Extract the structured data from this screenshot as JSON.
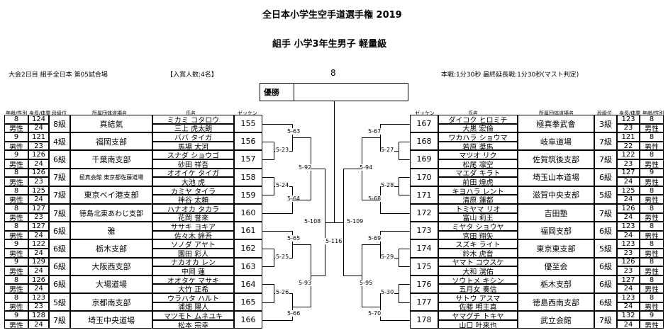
{
  "header": {
    "title": "全日本小学生空手道選手権 2019",
    "subtitle": "組手 小学3年生男子 軽量級",
    "left_info": "大会2日目 組手全日本 第05試合場",
    "entry_count": "【入賞人数:4名】",
    "center_number": "8",
    "right_info": "本戦:1分30秒 最終延長戦:1分30秒(マスト判定)",
    "champion_label": "優勝"
  },
  "columns": {
    "age_sex": "年齢/性別",
    "height_weight": "身長/体重",
    "grade": "段級位",
    "club": "所属団体道場名",
    "name": "氏名",
    "number": "ゼッケン"
  },
  "left": [
    {
      "age": "8",
      "sex": "男性",
      "height": "124",
      "weight": "24",
      "grade": "8級",
      "club": "真結氣",
      "name1": "ミカミ コタロウ",
      "name2": "三上 虎太朗",
      "number": "155"
    },
    {
      "age": "9",
      "sex": "男性",
      "height": "121",
      "weight": "23",
      "grade": "4級",
      "club": "福岡支部",
      "name1": "ババ タイガ",
      "name2": "馬場 大河",
      "number": "156"
    },
    {
      "age": "9",
      "sex": "男性",
      "height": "126",
      "weight": "24",
      "grade": "6級",
      "club": "千葉南支部",
      "name1": "スナダ ショウゴ",
      "name2": "砂田 祥吾",
      "number": "157"
    },
    {
      "age": "8",
      "sex": "男性",
      "height": "126",
      "weight": "23",
      "grade": "7級",
      "club": "極真会館 東京都佐藤道場",
      "name1": "オオイケ タイガ",
      "name2": "大池 虎",
      "number": "158"
    },
    {
      "age": "8",
      "sex": "男性",
      "height": "125",
      "weight": "24",
      "grade": "7級",
      "club": "東京ベイ港支部",
      "name1": "カミヤ タイラ",
      "name2": "神谷 太頼",
      "number": "159"
    },
    {
      "age": "8",
      "sex": "男性",
      "height": "127",
      "weight": "23",
      "grade": "7級",
      "club": "徳島北東あわじ支部",
      "name1": "ハナオカ タカラ",
      "name2": "花岡 誉來",
      "number": "160"
    },
    {
      "age": "8",
      "sex": "男性",
      "height": "127",
      "weight": "24",
      "grade": "6級",
      "club": "雅",
      "name1": "ササキ ヨキア",
      "name2": "佐々木 絆吾",
      "number": "161"
    },
    {
      "age": "9",
      "sex": "男性",
      "height": "122",
      "weight": "24",
      "grade": "6級",
      "club": "栃木支部",
      "name1": "ソノダ アヤト",
      "name2": "園田 彩人",
      "number": "162"
    },
    {
      "age": "9",
      "sex": "男性",
      "height": "129",
      "weight": "24",
      "grade": "6級",
      "club": "大阪西支部",
      "name1": "ナカオカ レン",
      "name2": "中岡 蓮",
      "number": "163"
    },
    {
      "age": "8",
      "sex": "男性",
      "height": "126",
      "weight": "24",
      "grade": "6級",
      "club": "大場道場",
      "name1": "オオタケ マサキ",
      "name2": "大竹 正希",
      "number": "164"
    },
    {
      "age": "8",
      "sex": "男性",
      "height": "123",
      "weight": "23",
      "grade": "5級",
      "club": "京都南支部",
      "name1": "ウラハタ ハルト",
      "name2": "浦畑 陽人",
      "number": "165"
    },
    {
      "age": "9",
      "sex": "男性",
      "height": "128",
      "weight": "24",
      "grade": "7級",
      "club": "埼玉中央道場",
      "name1": "マツモト ムネユキ",
      "name2": "松本 宗幸",
      "number": "166"
    }
  ],
  "right": [
    {
      "number": "167",
      "name1": "ダイコク ヒロミチ",
      "name2": "大黒 宏倫",
      "club": "極真拳武會",
      "grade": "3級",
      "height": "123",
      "weight": "23",
      "age": "8",
      "sex": "男性"
    },
    {
      "number": "168",
      "name1": "ワカハラ ショウマ",
      "name2": "若原 奨馬",
      "club": "岐阜道場",
      "grade": "7級",
      "height": "121",
      "weight": "22",
      "age": "8",
      "sex": "男性"
    },
    {
      "number": "169",
      "name1": "マツオ リク",
      "name2": "松尾 凛空",
      "club": "佐賀筑後支部",
      "grade": "7級",
      "height": "122",
      "weight": "23",
      "age": "8",
      "sex": "男性"
    },
    {
      "number": "170",
      "name1": "マエダ キラト",
      "name2": "前田 煌虎",
      "club": "埼玉山本道場",
      "grade": "6級",
      "height": "127",
      "weight": "24",
      "age": "9",
      "sex": "男性"
    },
    {
      "number": "171",
      "name1": "キヨハラ レント",
      "name2": "清原 蓮都",
      "club": "滋賀中央支部",
      "grade": "5級",
      "height": "125",
      "weight": "24",
      "age": "8",
      "sex": "男性"
    },
    {
      "number": "172",
      "name1": "トミヤマ リオ",
      "name2": "富山 莉王",
      "club": "吉田塾",
      "grade": "7級",
      "height": "126",
      "weight": "24",
      "age": "8",
      "sex": "男性"
    },
    {
      "number": "173",
      "name1": "ミヤタ ショウヤ",
      "name2": "宮田 翔矢",
      "club": "福岡支部",
      "grade": "6級",
      "height": "123",
      "weight": "24",
      "age": "8",
      "sex": "男性"
    },
    {
      "number": "174",
      "name1": "スズキ ライト",
      "name2": "鈴木 虎音",
      "club": "東京東支部",
      "grade": "5級",
      "height": "123",
      "weight": "23",
      "age": "8",
      "sex": "男性"
    },
    {
      "number": "175",
      "name1": "ヤマト コウスケ",
      "name2": "大和 滉佑",
      "club": "優至会",
      "grade": "6級",
      "height": "126",
      "weight": "23",
      "age": "8",
      "sex": "男性"
    },
    {
      "number": "176",
      "name1": "ソウトメ キシン",
      "name2": "五月女 奏信",
      "club": "栃木支部",
      "grade": "6級",
      "height": "127",
      "weight": "24",
      "age": "8",
      "sex": "男性"
    },
    {
      "number": "177",
      "name1": "サトウ アスマ",
      "name2": "佐藤 明主真",
      "club": "徳島西南支部",
      "grade": "6級",
      "height": "123",
      "weight": "24",
      "age": "8",
      "sex": "男性"
    },
    {
      "number": "178",
      "name1": "ヤマグチ トキヤ",
      "name2": "山口 叶来也",
      "club": "武立会館",
      "grade": "7級",
      "height": "132",
      "weight": "24",
      "age": "9",
      "sex": "男性"
    }
  ],
  "matches": {
    "m1": "5-23",
    "m2": "5-24",
    "m3": "5-25",
    "m4": "5-26",
    "m5": "5-27",
    "m6": "5-28",
    "m7": "5-29",
    "m8": "5-30",
    "m9": "5-63",
    "m10": "5-64",
    "m11": "5-65",
    "m12": "5-66",
    "m13": "5-67",
    "m14": "5-68",
    "m15": "5-69",
    "m16": "5-70",
    "m17": "5-92",
    "m18": "5-93",
    "m19": "5-94",
    "m20": "5-95",
    "m21": "5-108",
    "m22": "5-109",
    "m23": "5-116"
  }
}
